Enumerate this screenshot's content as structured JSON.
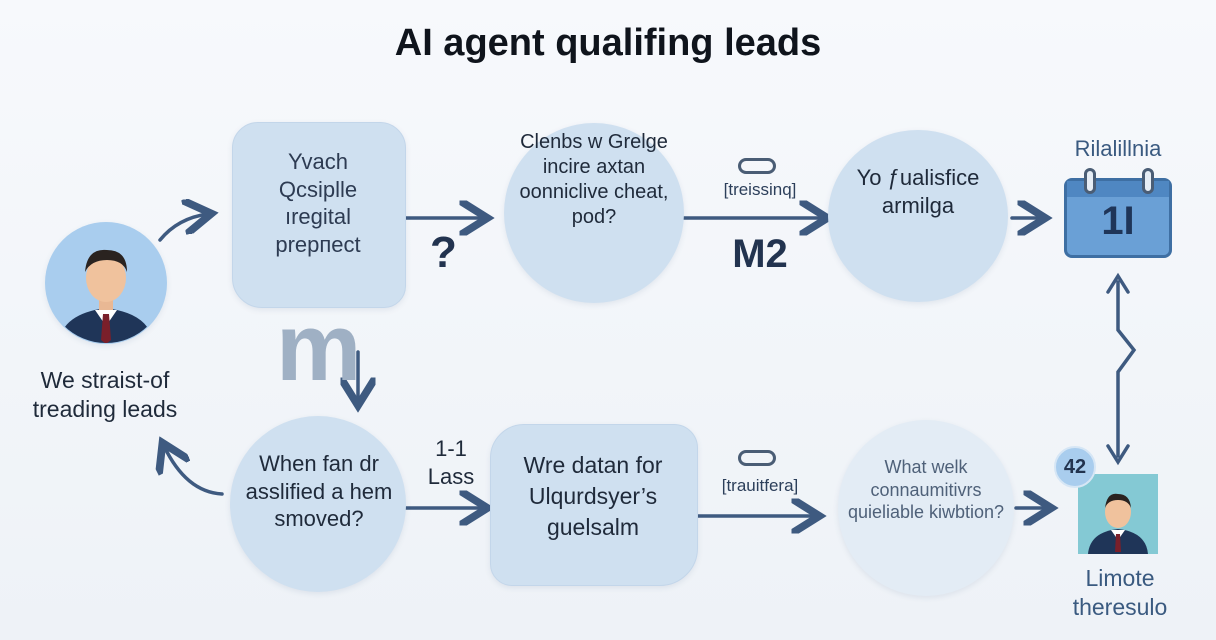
{
  "title": "AI agent qualifing leads",
  "start": {
    "label": "We straist-of treading leads"
  },
  "nodes": {
    "n1": "Yvach Qcsiplle ıregital prepпect",
    "n2": "Clenbs w Grelge incire axtan oonniclive cheat, pod?",
    "n3": "Yo ƒualisfice armilga",
    "calendar": {
      "label": "Rilalillnia",
      "day": "1I"
    },
    "n4": "When fan dr asslified a hem smoved?",
    "n5": "Wre datan for Ulqurdsyer’s guelsalm",
    "n6": "What welk connaumitivrs quieliable kiwbtion?",
    "result": {
      "badge": "42",
      "label": "Limote theresulo"
    }
  },
  "edges": {
    "e_q": "?",
    "e_tag1": "[treissinq]",
    "e_m2": "M2",
    "e_m": "m",
    "e_11": "1-1",
    "e_lass": "Lass",
    "e_tag2": "[trauitfera]"
  },
  "colors": {
    "arrow": "#3e5a80",
    "node": "#cfe0f0",
    "calendar": "#6aa0d6",
    "dark": "#1f2a3a"
  },
  "icons": [
    "person-avatar-icon",
    "calendar-icon",
    "tag-icon",
    "question-mark-icon",
    "person-result-icon"
  ]
}
